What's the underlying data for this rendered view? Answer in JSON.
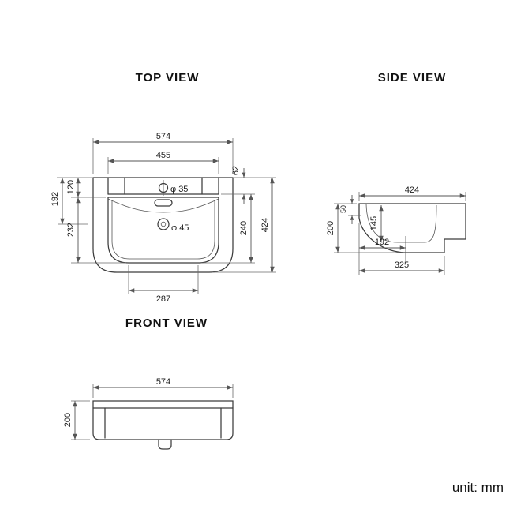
{
  "drawing": {
    "views": {
      "top": {
        "title": "TOP VIEW",
        "dims": {
          "width_overall": "574",
          "width_inner": "455",
          "deck_depth": "62",
          "front_to_drain": "192",
          "rim_offset": "120",
          "bowl_depth": "232",
          "bowl_inner_depth": "240",
          "depth_overall": "424",
          "width_bottom": "287",
          "faucet_hole": "φ 35",
          "drain_hole": "φ 45"
        }
      },
      "side": {
        "title": "SIDE VIEW",
        "dims": {
          "depth_overall": "424",
          "height": "200",
          "front_lip": "50",
          "bowl_depth": "145",
          "drain_setback": "192",
          "base_depth": "325"
        }
      },
      "front": {
        "title": "FRONT VIEW",
        "dims": {
          "width_overall": "574",
          "height": "200"
        }
      }
    },
    "unit_label": "unit: mm"
  }
}
